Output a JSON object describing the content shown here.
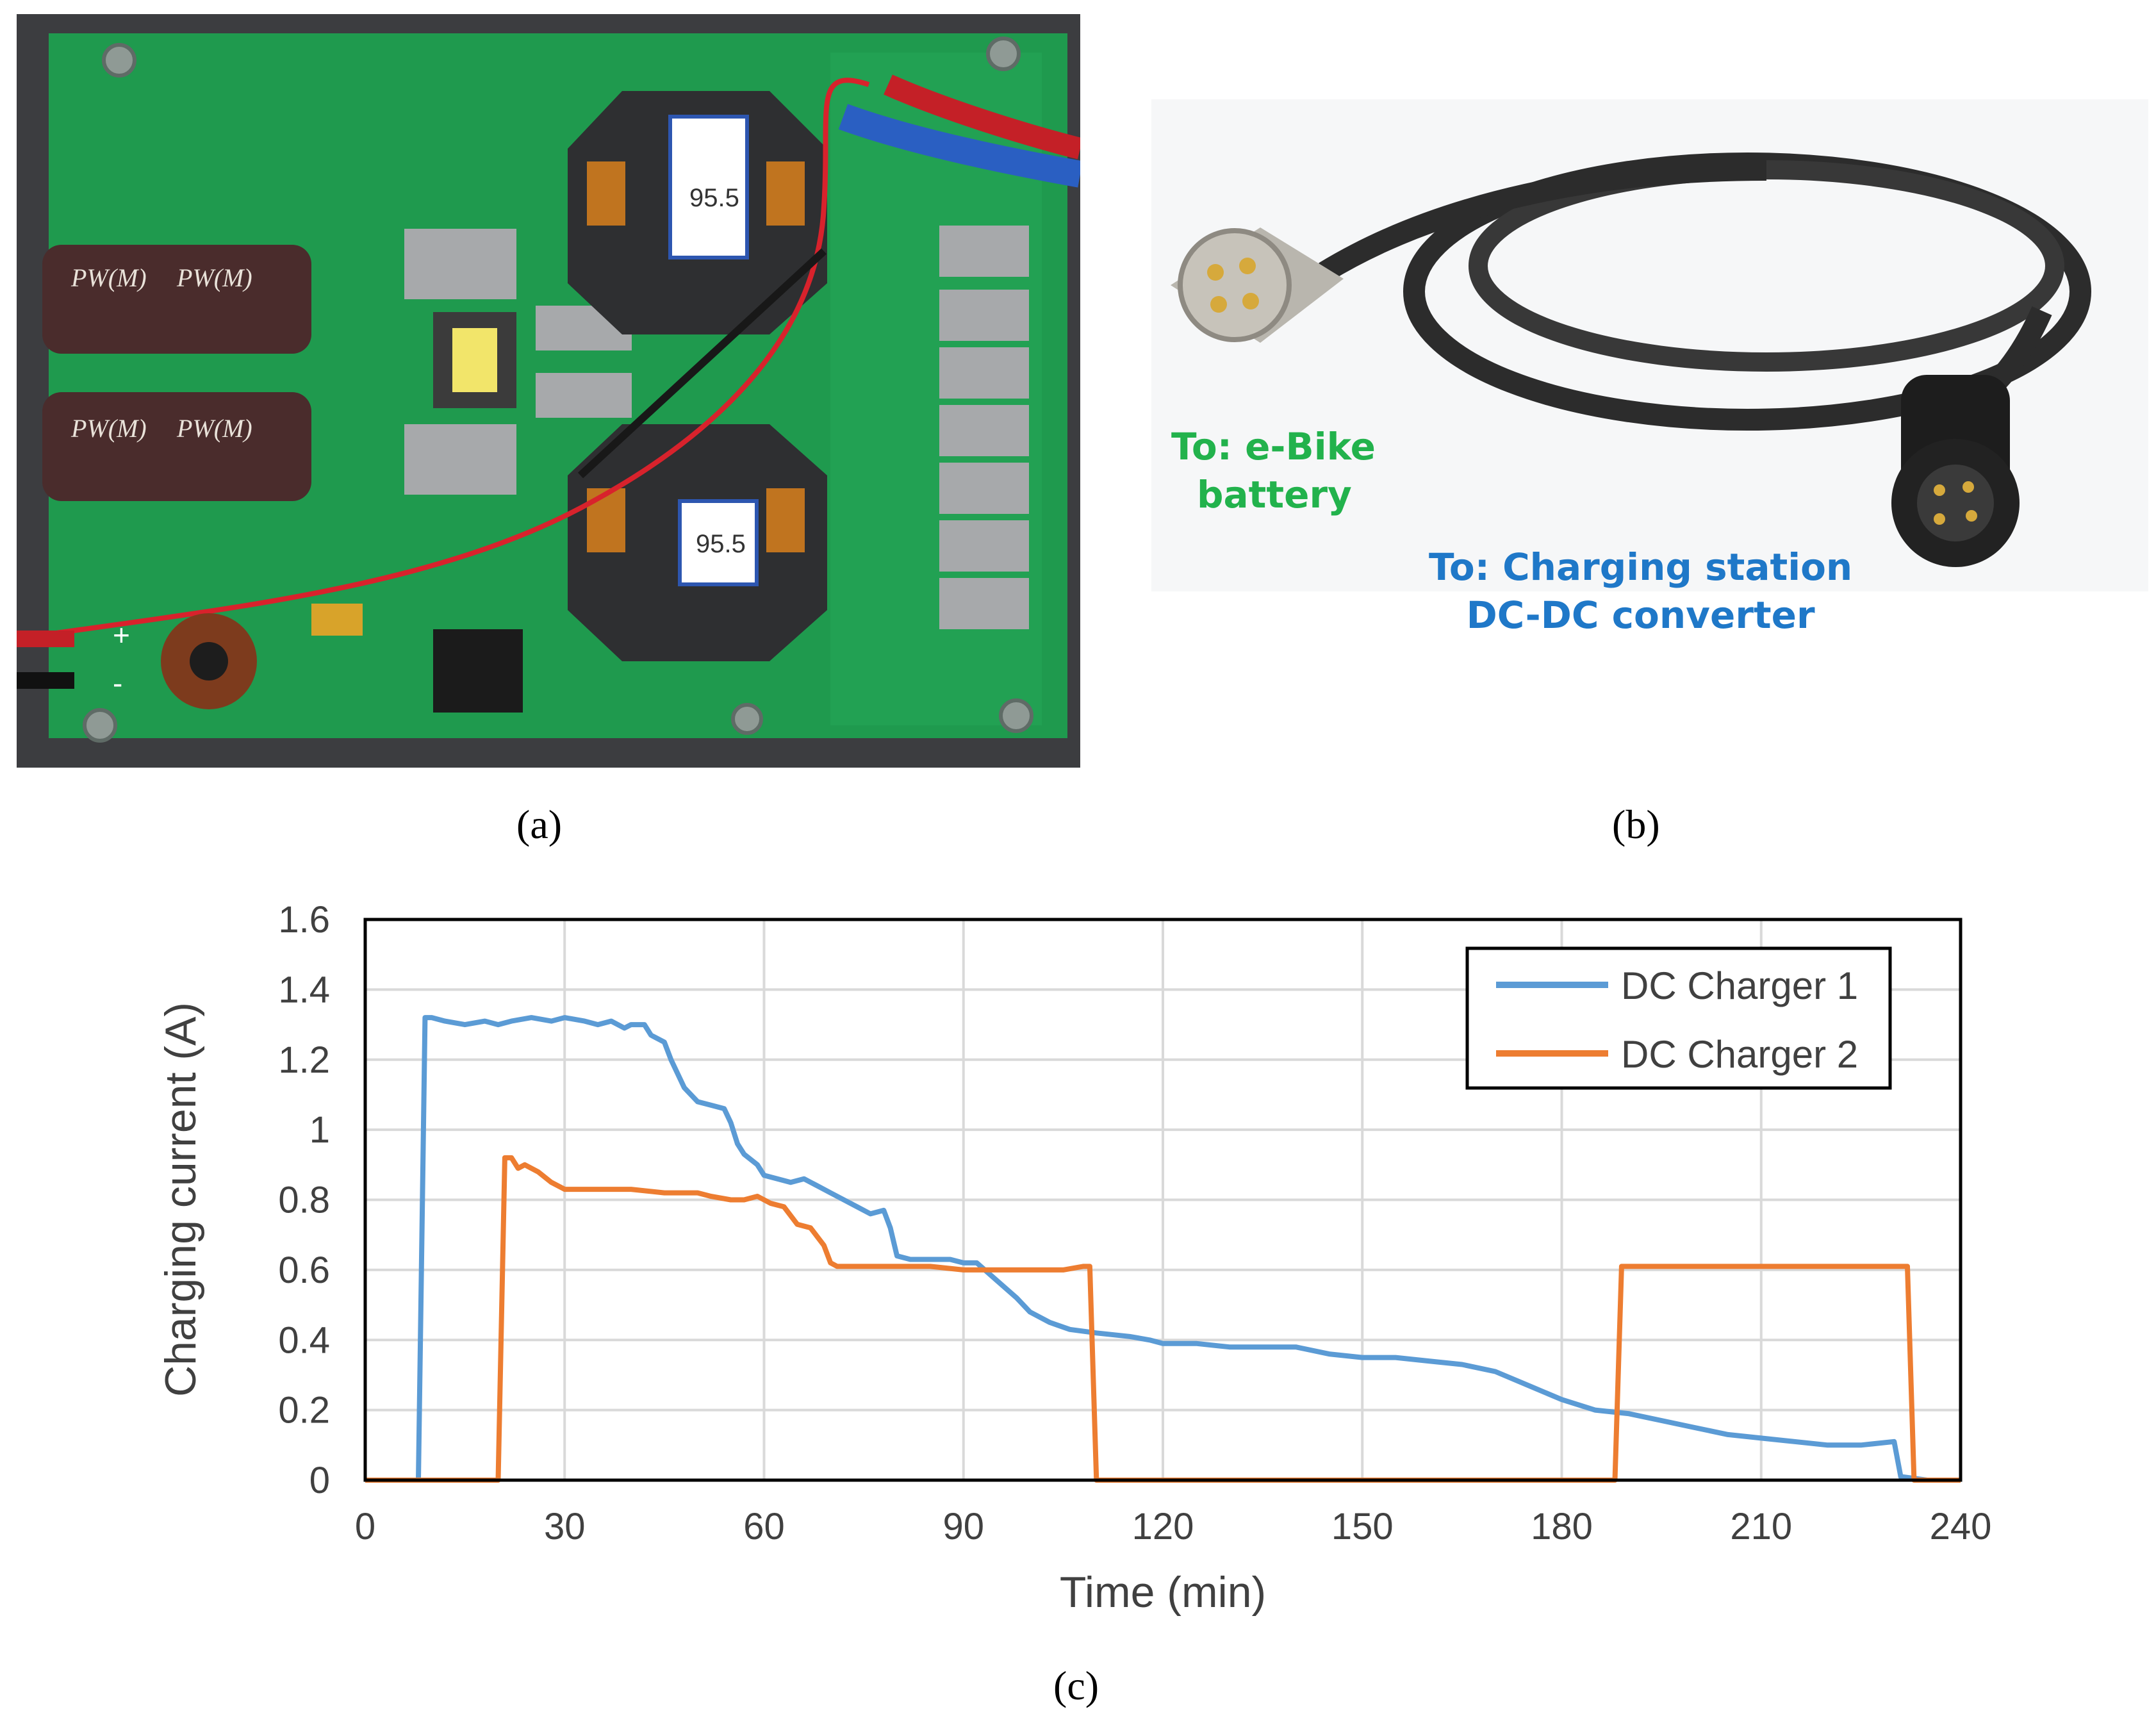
{
  "figure": {
    "panel_labels": {
      "a": "(a)",
      "b": "(b)",
      "c": "(c)"
    },
    "photo_a": {
      "subject": "charger circuit board",
      "capacitor_marks": [
        "PW(M)",
        "PW(M)",
        "PW(M)",
        "PW(M)"
      ],
      "polarity_marks": [
        "+",
        "-"
      ],
      "inductor_tags": [
        "95.5",
        "95.5"
      ]
    },
    "photo_b": {
      "label_battery_line1": "To: e-Bike",
      "label_battery_line2": "battery",
      "label_station_line1": "To: Charging station",
      "label_station_line2": "DC-DC converter",
      "label_battery_color": "#22b24c",
      "label_station_color": "#1f78c8"
    }
  },
  "chart_data": {
    "type": "line",
    "xlabel": "Time (min)",
    "ylabel": "Charging current (A)",
    "xlim": [
      0,
      240
    ],
    "ylim": [
      0,
      1.6
    ],
    "xticks": [
      0,
      30,
      60,
      90,
      120,
      150,
      180,
      210,
      240
    ],
    "yticks": [
      0,
      0.2,
      0.4,
      0.6,
      0.8,
      1,
      1.2,
      1.4,
      1.6
    ],
    "ytick_labels": [
      "0",
      "0.2",
      "0.4",
      "0.6",
      "0.8",
      "1",
      "1.2",
      "1.4",
      "1.6"
    ],
    "grid": true,
    "legend": "top-right",
    "series": [
      {
        "name": "DC Charger 1",
        "color": "#5b9bd5",
        "points": [
          [
            0,
            0
          ],
          [
            8,
            0
          ],
          [
            9,
            1.32
          ],
          [
            10,
            1.32
          ],
          [
            12,
            1.31
          ],
          [
            15,
            1.3
          ],
          [
            18,
            1.31
          ],
          [
            20,
            1.3
          ],
          [
            22,
            1.31
          ],
          [
            25,
            1.32
          ],
          [
            28,
            1.31
          ],
          [
            30,
            1.32
          ],
          [
            33,
            1.31
          ],
          [
            35,
            1.3
          ],
          [
            37,
            1.31
          ],
          [
            39,
            1.29
          ],
          [
            40,
            1.3
          ],
          [
            42,
            1.3
          ],
          [
            43,
            1.27
          ],
          [
            45,
            1.25
          ],
          [
            46,
            1.2
          ],
          [
            48,
            1.12
          ],
          [
            50,
            1.08
          ],
          [
            52,
            1.07
          ],
          [
            54,
            1.06
          ],
          [
            55,
            1.02
          ],
          [
            56,
            0.96
          ],
          [
            57,
            0.93
          ],
          [
            59,
            0.9
          ],
          [
            60,
            0.87
          ],
          [
            62,
            0.86
          ],
          [
            64,
            0.85
          ],
          [
            66,
            0.86
          ],
          [
            68,
            0.84
          ],
          [
            70,
            0.82
          ],
          [
            72,
            0.8
          ],
          [
            74,
            0.78
          ],
          [
            76,
            0.76
          ],
          [
            78,
            0.77
          ],
          [
            79,
            0.72
          ],
          [
            80,
            0.64
          ],
          [
            82,
            0.63
          ],
          [
            85,
            0.63
          ],
          [
            88,
            0.63
          ],
          [
            90,
            0.62
          ],
          [
            92,
            0.62
          ],
          [
            95,
            0.57
          ],
          [
            98,
            0.52
          ],
          [
            100,
            0.48
          ],
          [
            103,
            0.45
          ],
          [
            106,
            0.43
          ],
          [
            110,
            0.42
          ],
          [
            115,
            0.41
          ],
          [
            118,
            0.4
          ],
          [
            120,
            0.39
          ],
          [
            125,
            0.39
          ],
          [
            130,
            0.38
          ],
          [
            135,
            0.38
          ],
          [
            140,
            0.38
          ],
          [
            145,
            0.36
          ],
          [
            150,
            0.35
          ],
          [
            155,
            0.35
          ],
          [
            160,
            0.34
          ],
          [
            165,
            0.33
          ],
          [
            170,
            0.31
          ],
          [
            175,
            0.27
          ],
          [
            180,
            0.23
          ],
          [
            185,
            0.2
          ],
          [
            190,
            0.19
          ],
          [
            195,
            0.17
          ],
          [
            200,
            0.15
          ],
          [
            205,
            0.13
          ],
          [
            210,
            0.12
          ],
          [
            215,
            0.11
          ],
          [
            220,
            0.1
          ],
          [
            225,
            0.1
          ],
          [
            230,
            0.11
          ],
          [
            231,
            0.01
          ],
          [
            235,
            0
          ],
          [
            240,
            0
          ]
        ]
      },
      {
        "name": "DC Charger 2",
        "color": "#ed7d31",
        "points": [
          [
            0,
            0
          ],
          [
            20,
            0
          ],
          [
            21,
            0.92
          ],
          [
            22,
            0.92
          ],
          [
            23,
            0.89
          ],
          [
            24,
            0.9
          ],
          [
            26,
            0.88
          ],
          [
            28,
            0.85
          ],
          [
            30,
            0.83
          ],
          [
            35,
            0.83
          ],
          [
            40,
            0.83
          ],
          [
            45,
            0.82
          ],
          [
            50,
            0.82
          ],
          [
            52,
            0.81
          ],
          [
            55,
            0.8
          ],
          [
            57,
            0.8
          ],
          [
            59,
            0.81
          ],
          [
            61,
            0.79
          ],
          [
            63,
            0.78
          ],
          [
            65,
            0.73
          ],
          [
            67,
            0.72
          ],
          [
            69,
            0.67
          ],
          [
            70,
            0.62
          ],
          [
            71,
            0.61
          ],
          [
            75,
            0.61
          ],
          [
            80,
            0.61
          ],
          [
            85,
            0.61
          ],
          [
            90,
            0.6
          ],
          [
            95,
            0.6
          ],
          [
            100,
            0.6
          ],
          [
            105,
            0.6
          ],
          [
            108,
            0.61
          ],
          [
            109,
            0.61
          ],
          [
            110,
            0
          ],
          [
            188,
            0
          ],
          [
            189,
            0.61
          ],
          [
            195,
            0.61
          ],
          [
            200,
            0.61
          ],
          [
            205,
            0.61
          ],
          [
            210,
            0.61
          ],
          [
            215,
            0.61
          ],
          [
            220,
            0.61
          ],
          [
            225,
            0.61
          ],
          [
            230,
            0.61
          ],
          [
            232,
            0.61
          ],
          [
            233,
            0
          ],
          [
            240,
            0
          ]
        ]
      }
    ]
  }
}
